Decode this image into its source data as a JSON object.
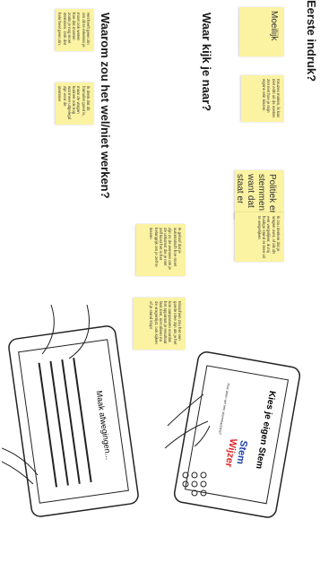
{
  "headings": {
    "first_impression": "Eerste indruk?",
    "looking_at": "Waar kijk je naar?",
    "why_work": "Waarom zou het wel/niet werken?"
  },
  "notes": {
    "moeilijk": "Moeilijk",
    "keuzes": "Keuzes maken, ik kan niet echt uit de voeten ziet niet hoe je mijn eigens erin kiezen",
    "politiek": "Politiek en stemmen want dat staat er",
    "vergelijk": "Ik zou denken dat je vragen over, of als dit een vergelijker, ik mij huidige stand er mee uit te vergelijken",
    "gewicht": "Het heeft geen zin om dit te rekenen je moet ook weten hoe dat moeten zoals je nog moet stemmen. Ook dat hele heel geen zin.",
    "formulier": "Ik denk dat dit formulier goed is, maar de vragen kunnen ook nog wat meer uitgelegd zijn voor de stemmer",
    "volgens": "Ik geloof dat je automatisch hoe moet zijn zo de wensen om je de uitkomst die je niet zelf kiest het is het belangrijk om je zelf te kiezen",
    "idee": "Misschien zou het een goede idee zijn als je het kon aanpassen voordat het apparaat je resultaat laat zien, niet alleen na de vragenlijst, ook kijken of je stand klopt"
  },
  "sketch_tablet": {
    "title": "Kies je eigen Stem",
    "word_blue": "Stem",
    "word_red": "Wijzer",
    "subtitle": "Hoe doen we een stemmachine?"
  },
  "sketch_sliders": {
    "title": "Maak afwegingen..."
  },
  "colors": {
    "sticky": "#fbf3a2",
    "heading": "#1a1a1a",
    "blue_word": "#1e40af",
    "red_word": "#dc2626"
  }
}
